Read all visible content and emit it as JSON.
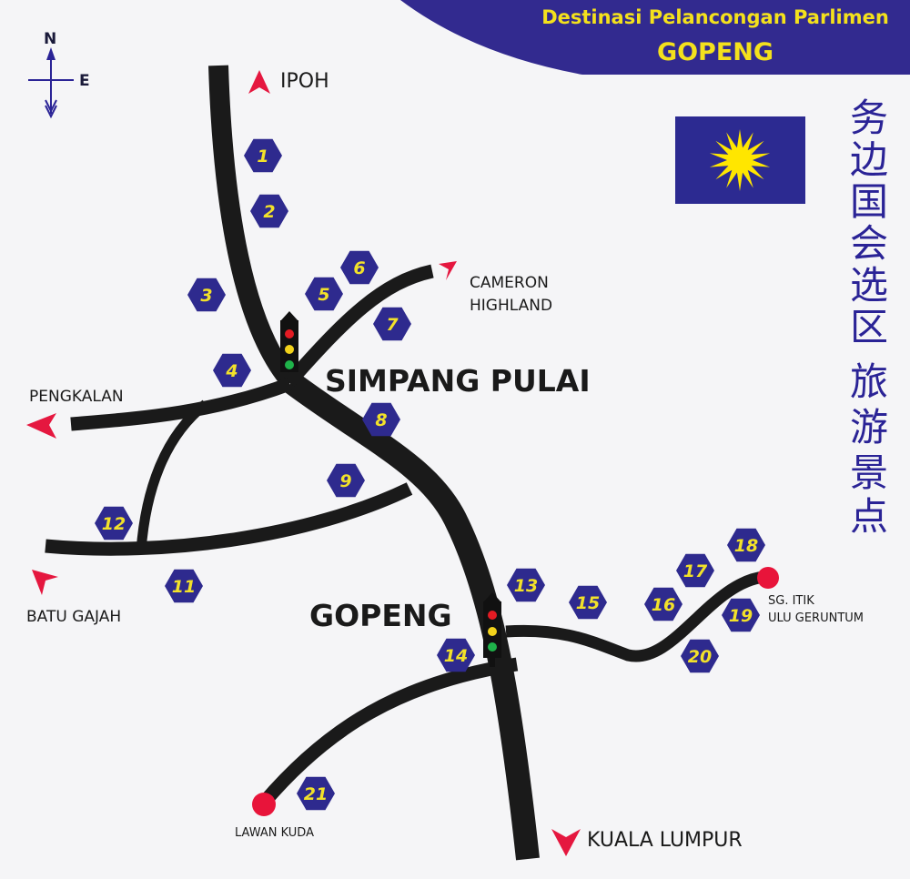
{
  "header": {
    "line1": "Destinasi Pelancongan Parlimen",
    "line2": "GOPENG",
    "banner_color": "#322a8f",
    "text_color": "#f4e11c"
  },
  "side_title_chars": [
    "务",
    "边",
    "国",
    "会",
    "选",
    "区",
    "旅",
    "游",
    "景",
    "点"
  ],
  "side_title_color": "#2a2396",
  "flag": {
    "background": "#2c2a91",
    "star_color": "#ffe600"
  },
  "compass": {
    "north": "N",
    "east": "E"
  },
  "destinations": {
    "ipoh": "IPOH",
    "cameron_line1": "CAMERON",
    "cameron_line2": "HIGHLAND",
    "pengkalan": "PENGKALAN",
    "batu_gajah": "BATU GAJAH",
    "kuala_lumpur": "KUALA LUMPUR",
    "sg_itik_line1": "SG. ITIK",
    "sg_itik_line2": "ULU GERUNTUM",
    "lawan_kuda": "LAWAN KUDA"
  },
  "towns": {
    "simpang_pulai": "SIMPANG PULAI",
    "gopeng": "GOPENG"
  },
  "markers": [
    "1",
    "2",
    "3",
    "4",
    "5",
    "6",
    "7",
    "8",
    "9",
    "11",
    "12",
    "13",
    "14",
    "15",
    "16",
    "17",
    "18",
    "19",
    "20",
    "21"
  ],
  "colors": {
    "road": "#1a1a1a",
    "hex_fill": "#2e2a8e",
    "hex_text": "#f2e12a",
    "arrow": "#e5173f",
    "endpoint": "#e8143a"
  }
}
